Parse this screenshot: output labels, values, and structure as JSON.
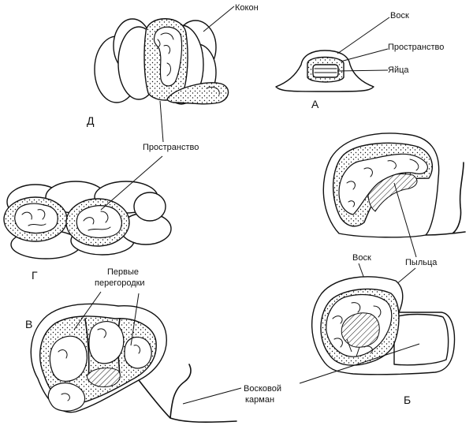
{
  "panels": {
    "a": "А",
    "b": "Б",
    "v": "В",
    "g": "Г",
    "d": "Д"
  },
  "labels": {
    "cocoon": "Кокон",
    "wax_a": "Воск",
    "space_a": "Пространство",
    "eggs": "Яйца",
    "space_dg": "Пространство",
    "wax_b": "Воск",
    "pollen": "Пыльца",
    "first_partitions_line1": "Первые",
    "first_partitions_line2": "перегородки",
    "wax_pocket_line1": "Восковой",
    "wax_pocket_line2": "карман"
  }
}
